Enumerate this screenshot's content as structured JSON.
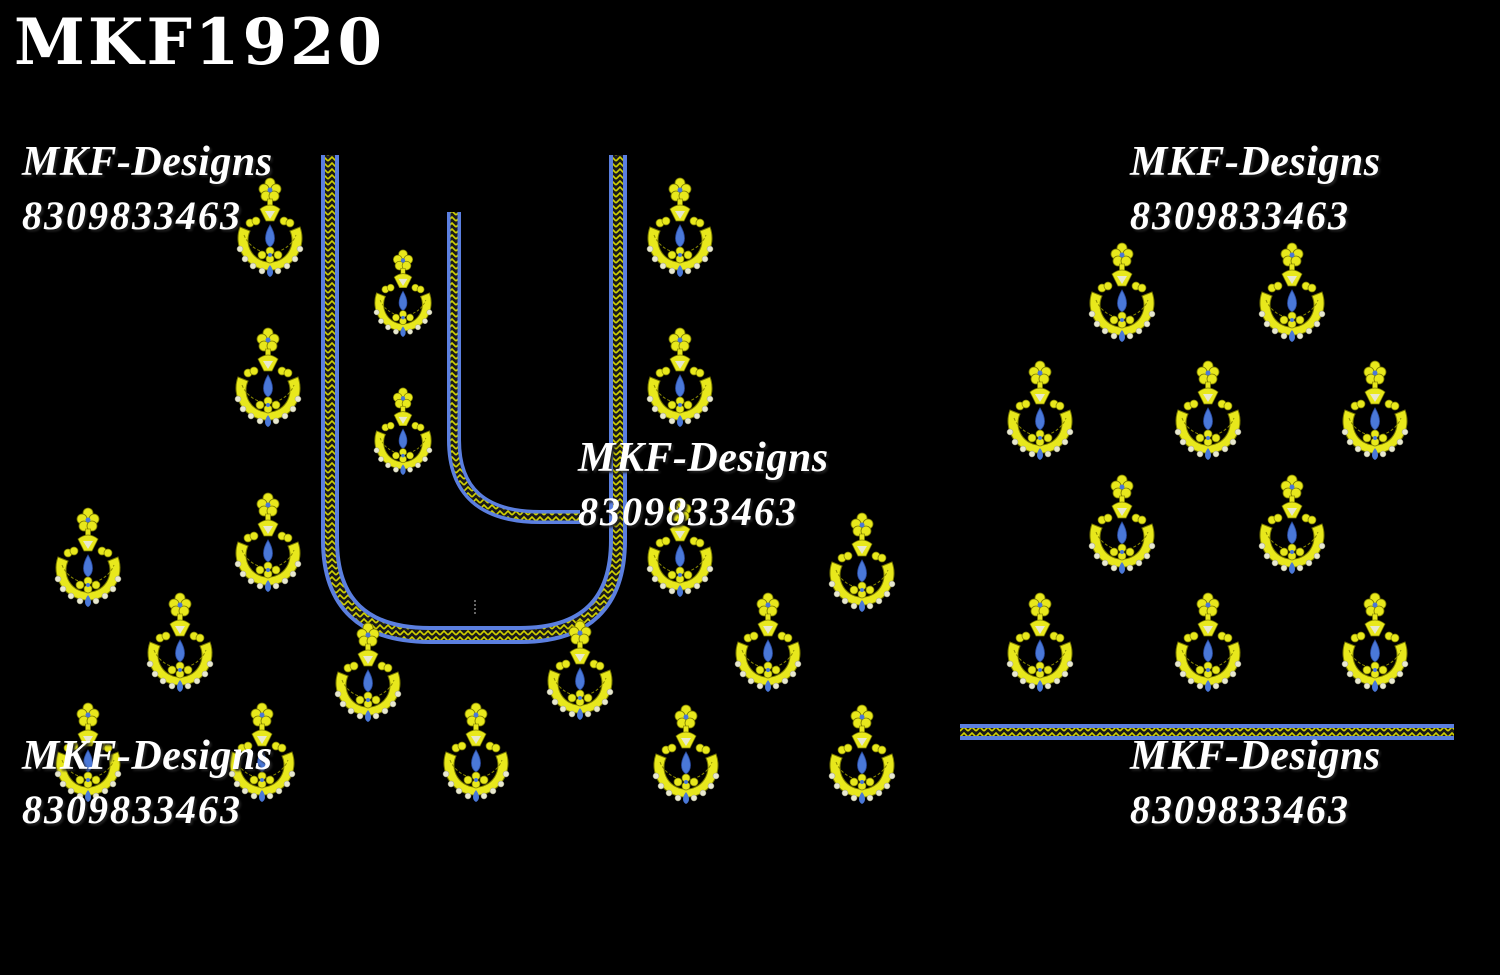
{
  "design": {
    "code": "MKF1920"
  },
  "watermarks": [
    {
      "brand": "MKF-Designs",
      "phone": "8309833463"
    },
    {
      "brand": "MKF-Designs",
      "phone": "8309833463"
    },
    {
      "brand": "MKF-Designs",
      "phone": "8309833463"
    },
    {
      "brand": "MKF-Designs",
      "phone": "8309833463"
    },
    {
      "brand": "MKF-Designs",
      "phone": "8309833463"
    }
  ],
  "colors": {
    "background": "#000000",
    "motif_gold": "#e8e81c",
    "motif_gold_dark": "#8a8a00",
    "stone_blue": "#4a78d8",
    "pearl": "#e8e8d0",
    "border_blue": "#5b7fe0",
    "border_gold": "#c8c800"
  },
  "motif": {
    "icon": "chandbali-earring-icon"
  }
}
